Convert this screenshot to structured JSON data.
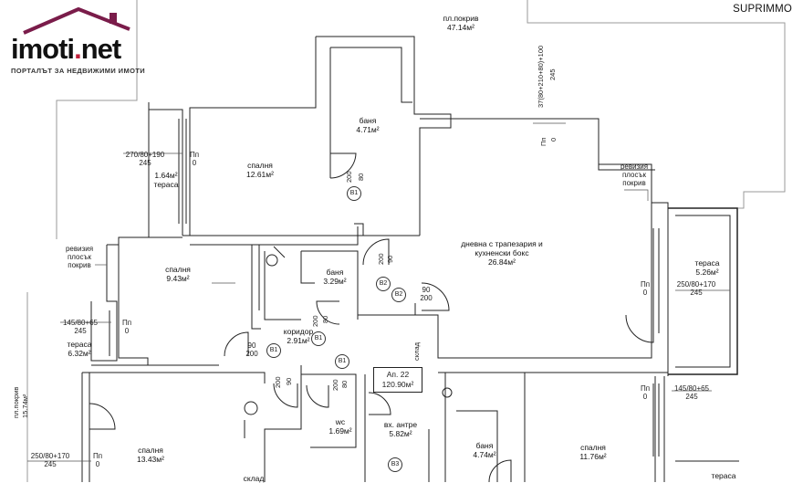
{
  "logo": {
    "name_main": "imoti",
    "name_dot": ".",
    "name_tail": "net",
    "tagline": "ПОРТАЛЪТ ЗА НЕДВИЖИМИ ИМОТИ"
  },
  "brand": "SUPRIMMO",
  "apartment": {
    "label": "Ап. 22",
    "area": "120.90м²"
  },
  "rooms": {
    "roof_top": {
      "name": "пл.покрив",
      "area": "47.14м²"
    },
    "bath1": {
      "name": "баня",
      "area": "4.71м²"
    },
    "bedroom1": {
      "name": "спалня",
      "area": "12.61м²"
    },
    "terrace1": {
      "area": "1.64м²",
      "name": "тераса"
    },
    "living": {
      "name": "дневна с трапезария и",
      "name2": "кухненски бокс",
      "area": "26.84м²"
    },
    "bedroom2": {
      "name": "спалня",
      "area": "9.43м²"
    },
    "bath2": {
      "name": "баня",
      "area": "3.29м²"
    },
    "corridor": {
      "name": "коридор",
      "area": "2.91м²"
    },
    "terrace2": {
      "name": "тераса",
      "area": "6.32м²"
    },
    "terrace3": {
      "name": "тераса",
      "area": "5.26м²"
    },
    "wc": {
      "name": "wc",
      "area": "1.69м²"
    },
    "entry": {
      "name": "вх. антре",
      "area": "5.82м²"
    },
    "bath3": {
      "name": "баня",
      "area": "4.74м²"
    },
    "bedroom3": {
      "name": "спалня",
      "area": "11.76м²"
    },
    "bedroom4": {
      "name": "спалня",
      "area": "13.43м²"
    },
    "terrace4": {
      "name": "тераса"
    },
    "storage1": {
      "name": "склад"
    },
    "storage2": {
      "name": "склад"
    }
  },
  "notes": {
    "revision1": [
      "ревизия",
      "плосък",
      "покрив"
    ],
    "revision2": [
      "ревизия",
      "плосък",
      "покрив"
    ],
    "win_270": "270/80+190",
    "win_250a": "250/80+170",
    "win_250b": "250/80+170",
    "win_145a": "145/80+65",
    "win_145b": "145/80+65",
    "n245": "245",
    "pp": "Пп",
    "zero": "0",
    "d90": "90",
    "d80": "80",
    "d200": "200",
    "vert_dim": "37(80+210+80)+100",
    "roof_left": "пл.покрив",
    "roof_left_area": "15.74м²"
  },
  "markers": {
    "b1": "B1",
    "b2": "B2",
    "b3": "B3"
  }
}
